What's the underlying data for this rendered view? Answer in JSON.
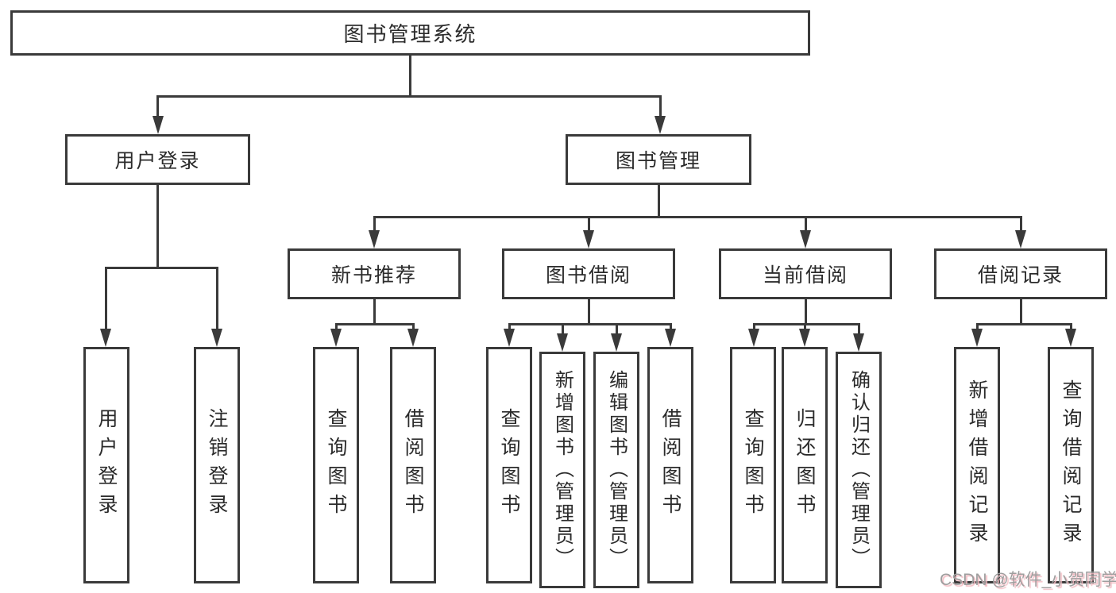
{
  "diagram": {
    "title": "图书管理系统",
    "type": "hierarchy-tree"
  },
  "colors": {
    "line": "#3a3a3a",
    "text": "#2b2b2b",
    "watermark_text": "#9e9e9e",
    "watermark_shadow": "#f3bcc3"
  },
  "nodes": {
    "root": {
      "label": "图书管理系统"
    },
    "level2": [
      {
        "label": "用户登录",
        "parent": "图书管理系统"
      },
      {
        "label": "图书管理",
        "parent": "图书管理系统"
      }
    ],
    "level3": [
      {
        "label": "新书推荐",
        "parent": "图书管理"
      },
      {
        "label": "图书借阅",
        "parent": "图书管理"
      },
      {
        "label": "当前借阅",
        "parent": "图书管理"
      },
      {
        "label": "借阅记录",
        "parent": "图书管理"
      }
    ],
    "leaves": [
      {
        "label": "用户登录",
        "parent": "用户登录"
      },
      {
        "label": "注销登录",
        "parent": "用户登录"
      },
      {
        "label": "查询图书",
        "parent": "新书推荐"
      },
      {
        "label": "借阅图书",
        "parent": "新书推荐"
      },
      {
        "label": "查询图书",
        "parent": "图书借阅"
      },
      {
        "label": "新增图书（管理员）",
        "parent": "图书借阅"
      },
      {
        "label": "编辑图书（管理员）",
        "parent": "图书借阅"
      },
      {
        "label": "借阅图书",
        "parent": "图书借阅"
      },
      {
        "label": "查询图书",
        "parent": "当前借阅"
      },
      {
        "label": "归还图书",
        "parent": "当前借阅"
      },
      {
        "label": "确认归还（管理员）",
        "parent": "当前借阅"
      },
      {
        "label": "新增借阅记录",
        "parent": "借阅记录"
      },
      {
        "label": "查询借阅记录",
        "parent": "借阅记录"
      }
    ]
  },
  "watermark": {
    "text": "CSDN @软件_小贺同学"
  }
}
